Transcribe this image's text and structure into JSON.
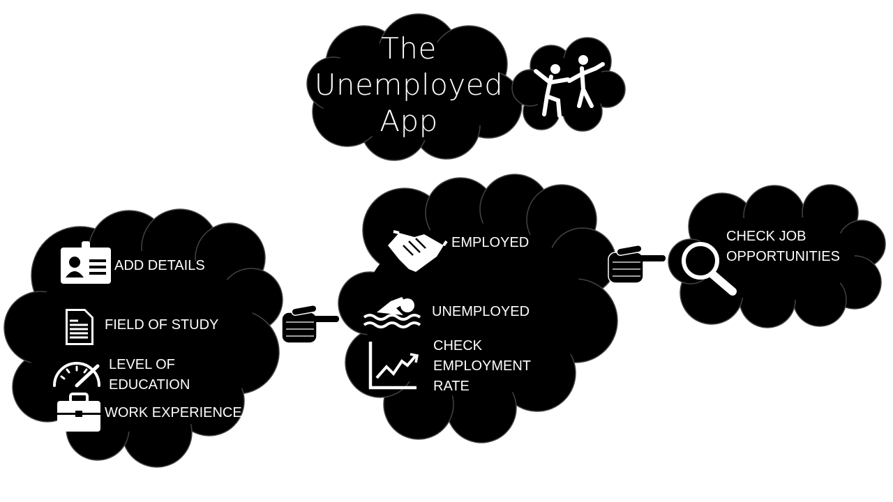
{
  "title_lines": [
    "The",
    "Unemployed",
    "App"
  ],
  "colors": {
    "cloud": "#000000",
    "text": "#ffffff",
    "background": "#ffffff",
    "pointer": "#000000"
  },
  "left_cloud": {
    "items": [
      {
        "icon": "id-card-icon",
        "label": "ADD DETAILS"
      },
      {
        "icon": "document-icon",
        "label": "FIELD OF STUDY"
      },
      {
        "icon": "gauge-icon",
        "label_lines": [
          "LEVEL OF",
          "EDUCATION"
        ]
      },
      {
        "icon": "briefcase-icon",
        "label": "WORK EXPERIENCE"
      }
    ]
  },
  "middle_cloud": {
    "items": [
      {
        "icon": "handshake-icon",
        "label": "EMPLOYED"
      },
      {
        "icon": "swimmer-icon",
        "label": "UNEMPLOYED"
      },
      {
        "icon": "rising-chart-icon",
        "label_lines": [
          "CHECK",
          "EMPLOYMENT",
          "RATE"
        ]
      }
    ]
  },
  "right_cloud": {
    "items": [
      {
        "icon": "magnifier-icon",
        "label_lines": [
          "CHECK JOB",
          "OPPORTUNITIES"
        ]
      }
    ]
  },
  "title_icon": "dancing-people-icon",
  "connectors": [
    "pointing-hand-icon",
    "pointing-hand-icon"
  ]
}
